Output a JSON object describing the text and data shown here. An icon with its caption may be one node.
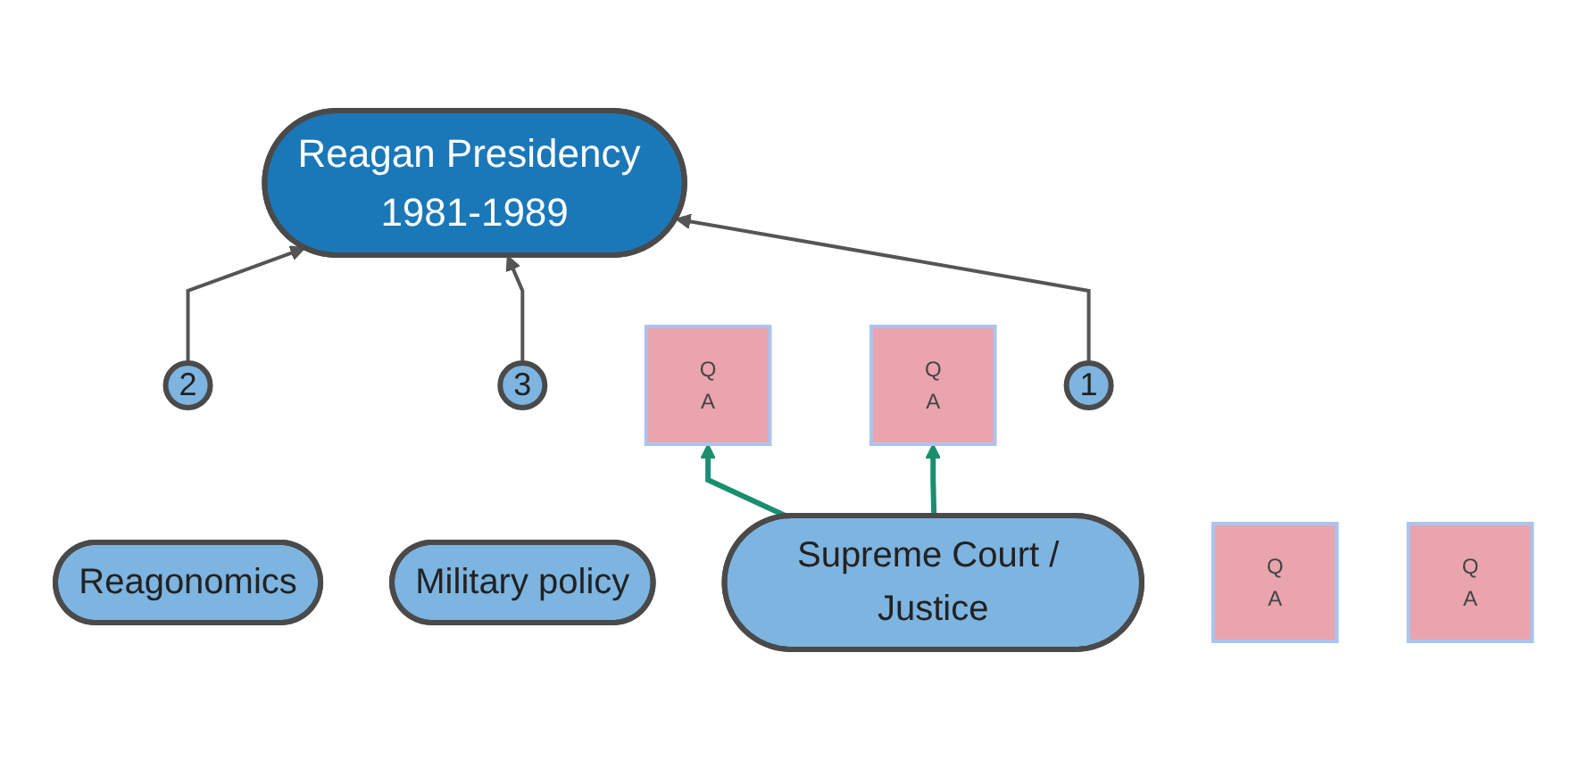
{
  "diagram": {
    "nodes": [
      {
        "text": [
          "Reagan Presidency 1981-1989"
        ]
      },
      {
        "text": [
          "1"
        ]
      },
      {
        "text": [
          "Supreme Court / Justice"
        ]
      },
      {
        "text": [
          "2"
        ]
      },
      {
        "text": [
          "Reagonomics"
        ]
      },
      {
        "text": [
          "3"
        ]
      },
      {
        "text": [
          "Military policy"
        ]
      },
      {
        "text": [
          "Q",
          "A"
        ]
      },
      {
        "text": [
          "Q",
          "A"
        ]
      },
      {
        "text": [
          "Q",
          "A"
        ]
      },
      {
        "text": [
          "Q",
          "A"
        ]
      }
    ],
    "edges": [
      {
        "from": 1,
        "to": 0,
        "arrow": "to"
      },
      {
        "from": 3,
        "to": 0,
        "arrow": "to"
      },
      {
        "from": 5,
        "to": 0,
        "arrow": "to"
      },
      {
        "from": 2,
        "to": 7,
        "arrow": "to",
        "color": "#1a8f6f"
      },
      {
        "from": 2,
        "to": 9,
        "arrow": "to",
        "color": "#1a8f6f"
      }
    ]
  }
}
